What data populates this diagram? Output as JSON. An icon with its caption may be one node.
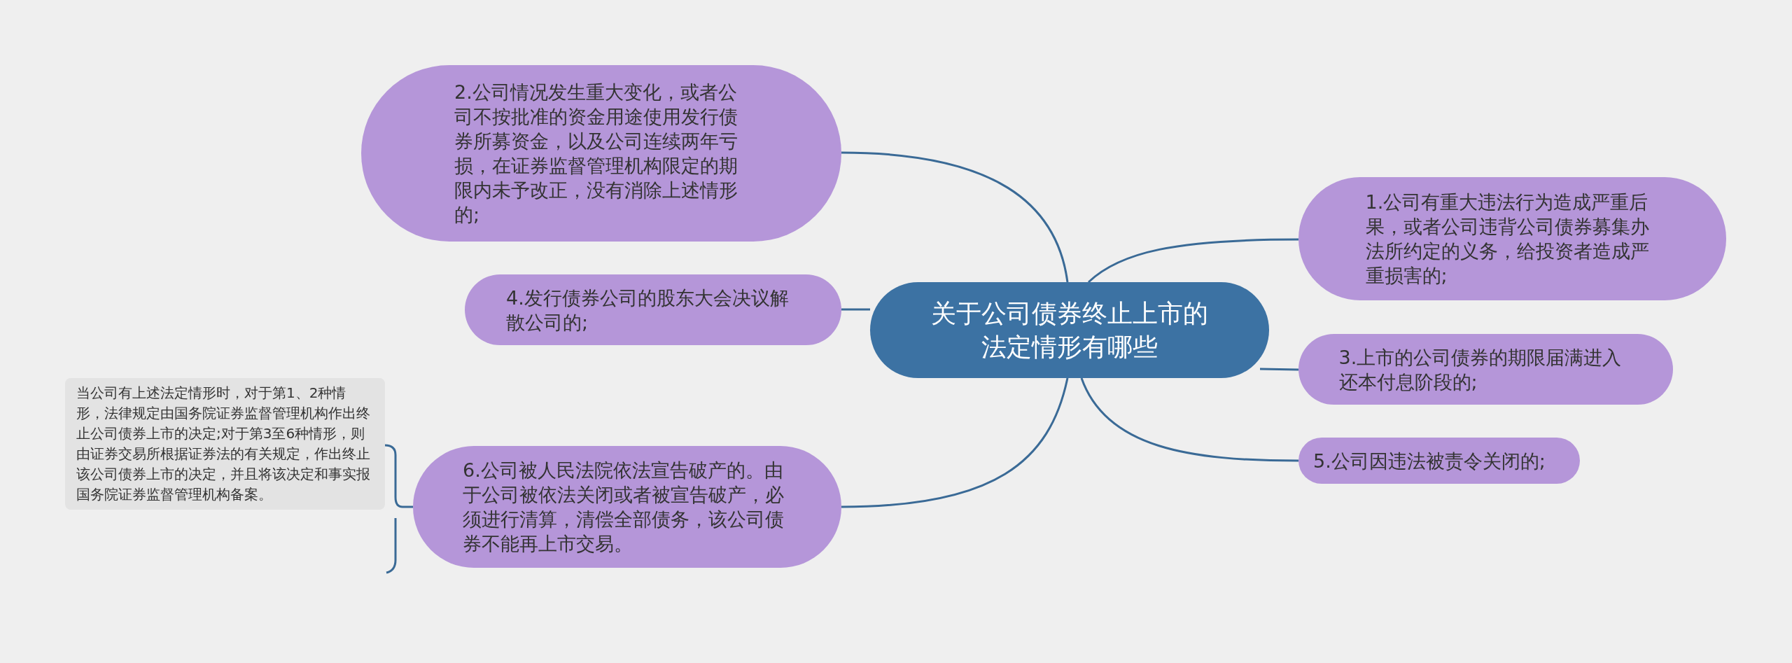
{
  "diagram": {
    "nodes": [
      {
        "text": [
          "关于公司债券终止上市的法定情形有哪些"
        ]
      },
      {
        "text": [
          "2.公司情况发生重大变化，或者公司不按批准的资金用途使用发行债券所募资金，以及公司连续两年亏损，在证券监督管理机构限定的期限内未予改正，没有消除上述情形的;"
        ]
      },
      {
        "text": [
          "1.公司有重大违法行为造成严重后果，或者公司违背公司债券募集办法所约定的义务，给投资者造成严重损害的;"
        ]
      },
      {
        "text": [
          "4.发行债券公司的股东大会决议解散公司的;"
        ]
      },
      {
        "text": [
          "3.上市的公司债券的期限届满进入还本付息阶段的;"
        ]
      },
      {
        "text": [
          "5.公司因违法被责令关闭的;"
        ]
      },
      {
        "text": [
          "6.公司被人民法院依法宣告破产的。由于公司被依法关闭或者被宣告破产，必须进行清算，清偿全部债务，该公司债券不能再上市交易。"
        ]
      },
      {
        "text": [
          "当公司有上述法定情形时，对于第1、2种情形，法律规定由国务院证券监督管理机构作出终止公司债券上市的决定;对于第3至6种情形，则由证券交易所根据证券法的有关规定，作出终止该公司债券上市的决定，并且将该决定和事实报国务院证券监督管理机构备案。"
        ]
      }
    ],
    "edges": [
      {
        "from": 0,
        "to": 1,
        "arrow": "none"
      },
      {
        "from": 0,
        "to": 2,
        "arrow": "none"
      },
      {
        "from": 0,
        "to": 3,
        "arrow": "none"
      },
      {
        "from": 0,
        "to": 4,
        "arrow": "none"
      },
      {
        "from": 0,
        "to": 5,
        "arrow": "none"
      },
      {
        "from": 0,
        "to": 6,
        "arrow": "none"
      },
      {
        "from": 6,
        "to": 7,
        "arrow": "none"
      }
    ]
  }
}
